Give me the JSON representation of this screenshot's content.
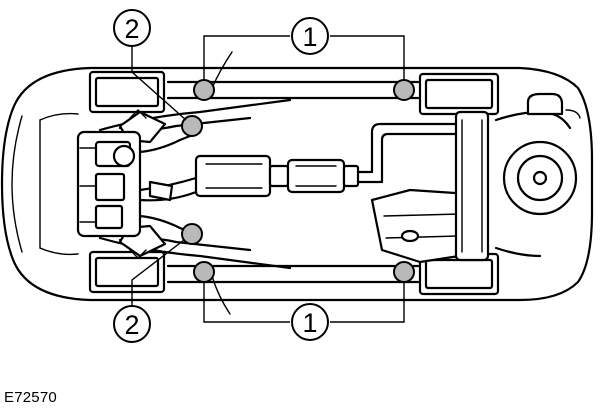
{
  "callouts": {
    "front_jack_point": "1",
    "rear_jack_point": "2"
  },
  "figure_id": "E72570",
  "colors": {
    "line": "#000000",
    "jack_pad_fill": "#b9b9b9",
    "background": "#ffffff"
  }
}
